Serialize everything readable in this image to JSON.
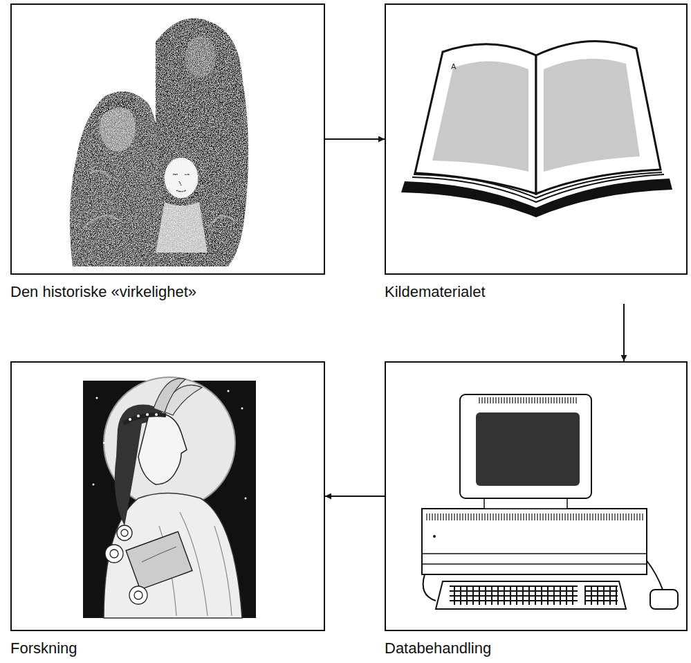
{
  "diagram": {
    "nodes": [
      {
        "text": [
          "Den historiske «virkelighet»"
        ]
      },
      {
        "text": [
          "Kildematerialet"
        ]
      },
      {
        "text": [
          "Forskning"
        ]
      },
      {
        "text": [
          "Databehandling"
        ]
      }
    ],
    "edges": [
      {
        "from": 0,
        "to": 1,
        "arrow": "to"
      },
      {
        "from": 1,
        "to": 3,
        "arrow": "to"
      },
      {
        "from": 3,
        "to": 2,
        "arrow": "to"
      }
    ],
    "labels": [
      "A"
    ]
  }
}
